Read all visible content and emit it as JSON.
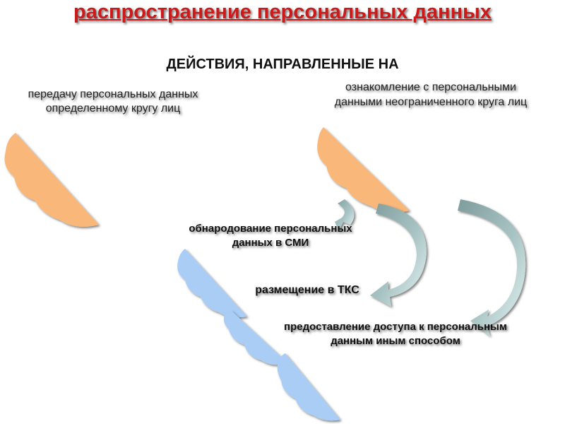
{
  "title": "распространение персональных данных",
  "subtitle": "ДЕЙСТВИЯ, НАПРАВЛЕННЫЕ НА",
  "left_label": "передачу персональных данных определенному кругу лиц",
  "right_label": "ознакомление с персональными данными неограниченного круга лиц",
  "sub_items": [
    "обнародование персональных данных в СМИ",
    "размещение в ТКС",
    "предоставление доступа к персональным данным иным способом"
  ],
  "colors": {
    "title": "#cc1a1a",
    "orange_shape": "#f9b77a",
    "blue_shape": "#a9cdf4",
    "arrow": "#8fa8a8",
    "arrow_light": "#cfe6e6"
  }
}
